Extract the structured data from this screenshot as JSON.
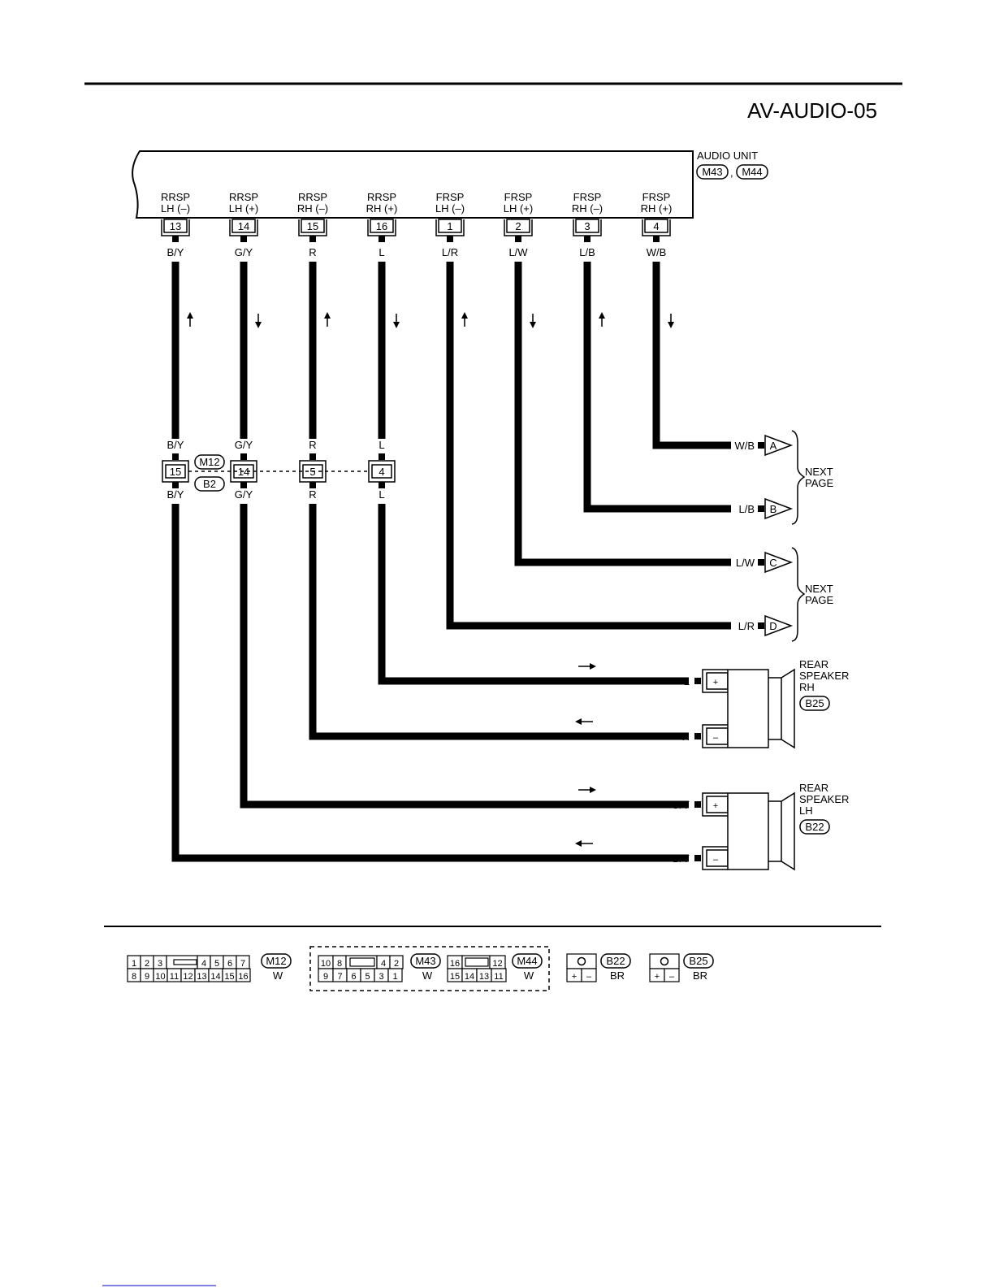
{
  "page_title": "AV-AUDIO-05",
  "audio_unit": {
    "name": "AUDIO UNIT",
    "connectors": [
      "M43",
      "M44"
    ],
    "separator": ","
  },
  "unit_terminals": [
    {
      "line1": "RRSP",
      "line2": "LH (–)",
      "pin": "13",
      "wire": "B/Y",
      "arrow": "up"
    },
    {
      "line1": "RRSP",
      "line2": "LH (+)",
      "pin": "14",
      "wire": "G/Y",
      "arrow": "down"
    },
    {
      "line1": "RRSP",
      "line2": "RH (–)",
      "pin": "15",
      "wire": "R",
      "arrow": "up"
    },
    {
      "line1": "RRSP",
      "line2": "RH (+)",
      "pin": "16",
      "wire": "L",
      "arrow": "down"
    },
    {
      "line1": "FRSP",
      "line2": "LH (–)",
      "pin": "1",
      "wire": "L/R",
      "arrow": "up"
    },
    {
      "line1": "FRSP",
      "line2": "LH (+)",
      "pin": "2",
      "wire": "L/W",
      "arrow": "down"
    },
    {
      "line1": "FRSP",
      "line2": "RH (–)",
      "pin": "3",
      "wire": "L/B",
      "arrow": "up"
    },
    {
      "line1": "FRSP",
      "line2": "RH (+)",
      "pin": "4",
      "wire": "W/B",
      "arrow": "down"
    }
  ],
  "joint_connector": {
    "connectors": [
      "M12",
      "B2"
    ],
    "pins": [
      {
        "pin": "15",
        "wire_top": "B/Y",
        "wire_bottom": "B/Y"
      },
      {
        "pin": "14",
        "wire_top": "G/Y",
        "wire_bottom": "G/Y"
      },
      {
        "pin": "5",
        "wire_top": "R",
        "wire_bottom": "R"
      },
      {
        "pin": "4",
        "wire_top": "L",
        "wire_bottom": "L"
      }
    ]
  },
  "next_page": {
    "label_line1": "NEXT",
    "label_line2": "PAGE",
    "links": [
      {
        "wire": "W/B",
        "letter": "A"
      },
      {
        "wire": "L/B",
        "letter": "B"
      },
      {
        "wire": "L/W",
        "letter": "C"
      },
      {
        "wire": "L/R",
        "letter": "D"
      }
    ]
  },
  "speakers": [
    {
      "line1": "REAR",
      "line2": "SPEAKER",
      "line3": "RH",
      "connector": "B25",
      "plus_wire": "L",
      "minus_wire": "R",
      "plus_sign": "+",
      "minus_sign": "–"
    },
    {
      "line1": "REAR",
      "line2": "SPEAKER",
      "line3": "LH",
      "connector": "B22",
      "plus_wire": "G/Y",
      "minus_wire": "B/Y",
      "plus_sign": "+",
      "minus_sign": "–"
    }
  ],
  "connector_views": {
    "m12": {
      "top_pins": [
        "1",
        "2",
        "3",
        "4",
        "5",
        "6",
        "7"
      ],
      "bottom_pins": [
        "8",
        "9",
        "10",
        "11",
        "12",
        "13",
        "14",
        "15",
        "16"
      ],
      "id": "M12",
      "color": "W"
    },
    "m43": {
      "top_pins": [
        "10",
        "8",
        "4",
        "2"
      ],
      "bottom_pins": [
        "9",
        "7",
        "6",
        "5",
        "3",
        "1"
      ],
      "id": "M43",
      "color": "W"
    },
    "m44": {
      "top_pins": [
        "16",
        "12"
      ],
      "bottom_pins": [
        "15",
        "14",
        "13",
        "11"
      ],
      "id": "M44",
      "color": "W"
    },
    "b22": {
      "id": "B22",
      "color": "BR",
      "plus": "+",
      "minus": "–"
    },
    "b25": {
      "id": "B25",
      "color": "BR",
      "plus": "+",
      "minus": "–"
    }
  },
  "colors": {
    "ink": "#000000",
    "paper": "#ffffff",
    "footer_link": "#0000cc"
  }
}
